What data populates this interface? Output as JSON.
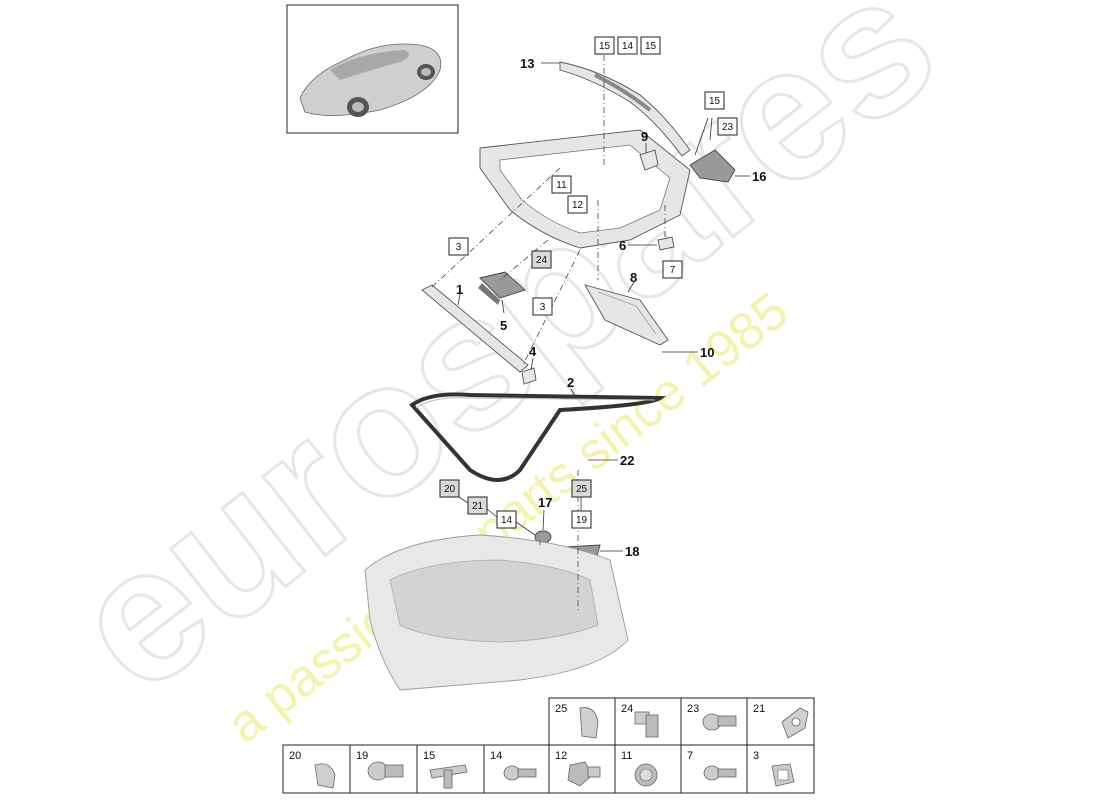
{
  "diagram": {
    "callouts": [
      {
        "id": "c13",
        "text": "13"
      },
      {
        "id": "c9",
        "text": "9"
      },
      {
        "id": "c16",
        "text": "16"
      },
      {
        "id": "c6",
        "text": "6"
      },
      {
        "id": "c8",
        "text": "8"
      },
      {
        "id": "c1",
        "text": "1"
      },
      {
        "id": "c5",
        "text": "5"
      },
      {
        "id": "c4",
        "text": "4"
      },
      {
        "id": "c2",
        "text": "2"
      },
      {
        "id": "c10",
        "text": "10"
      },
      {
        "id": "c22",
        "text": "22"
      },
      {
        "id": "c17",
        "text": "17"
      },
      {
        "id": "c18",
        "text": "18"
      }
    ],
    "ref_boxes": [
      {
        "id": "b15a",
        "text": "15",
        "shade": false
      },
      {
        "id": "b14a",
        "text": "14",
        "shade": false
      },
      {
        "id": "b15b",
        "text": "15",
        "shade": false
      },
      {
        "id": "b15c",
        "text": "15",
        "shade": false
      },
      {
        "id": "b23",
        "text": "23",
        "shade": false
      },
      {
        "id": "b11",
        "text": "11",
        "shade": false
      },
      {
        "id": "b12",
        "text": "12",
        "shade": false
      },
      {
        "id": "b3a",
        "text": "3",
        "shade": false
      },
      {
        "id": "b24",
        "text": "24",
        "shade": true
      },
      {
        "id": "b3b",
        "text": "3",
        "shade": false
      },
      {
        "id": "b7",
        "text": "7",
        "shade": false
      },
      {
        "id": "b20",
        "text": "20",
        "shade": true
      },
      {
        "id": "b21",
        "text": "21",
        "shade": true
      },
      {
        "id": "b14b",
        "text": "14",
        "shade": false
      },
      {
        "id": "b25",
        "text": "25",
        "shade": true
      },
      {
        "id": "b19",
        "text": "19",
        "shade": false
      }
    ]
  },
  "parts_table": {
    "row1": [
      "25",
      "24",
      "23",
      "21"
    ],
    "row2": [
      "20",
      "19",
      "15",
      "14",
      "12",
      "11",
      "7",
      "3"
    ]
  },
  "watermark": {
    "brand": "eurospares",
    "tagline": "a passion for parts since 1985"
  },
  "icons": {
    "thumbnail": "car-thumbnail-icon"
  }
}
